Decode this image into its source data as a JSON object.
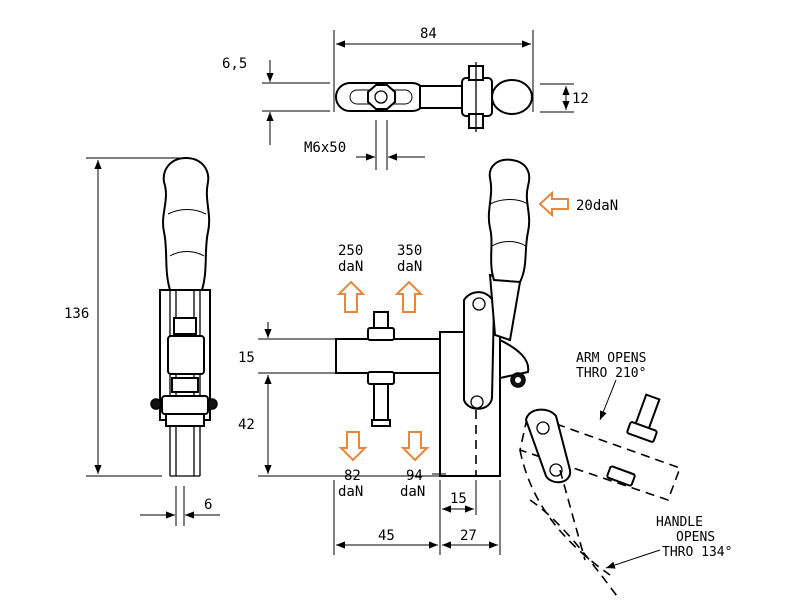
{
  "dimensions": {
    "top_width": "84",
    "top_thickness": "6,5",
    "top_height": "12",
    "thread": "M6x50",
    "overall_height": "136",
    "side_width": "6",
    "spindle_offset": "15",
    "base_height": "42",
    "base_length": "45",
    "pivot_offset": "15",
    "rear_length": "27"
  },
  "forces": {
    "handle_force": "20daN",
    "up_left_value": "250",
    "up_left_unit": "daN",
    "up_right_value": "350",
    "up_right_unit": "daN",
    "down_left_value": "82",
    "down_left_unit": "daN",
    "down_right_value": "94",
    "down_right_unit": "daN"
  },
  "notes": {
    "arm_line1": "ARM OPENS",
    "arm_line2": "THRO 210°",
    "handle_line1": "HANDLE",
    "handle_line2": "OPENS",
    "handle_line3": "THRO 134°"
  },
  "colors": {
    "arrow": "#e8863a",
    "line": "#000000"
  }
}
